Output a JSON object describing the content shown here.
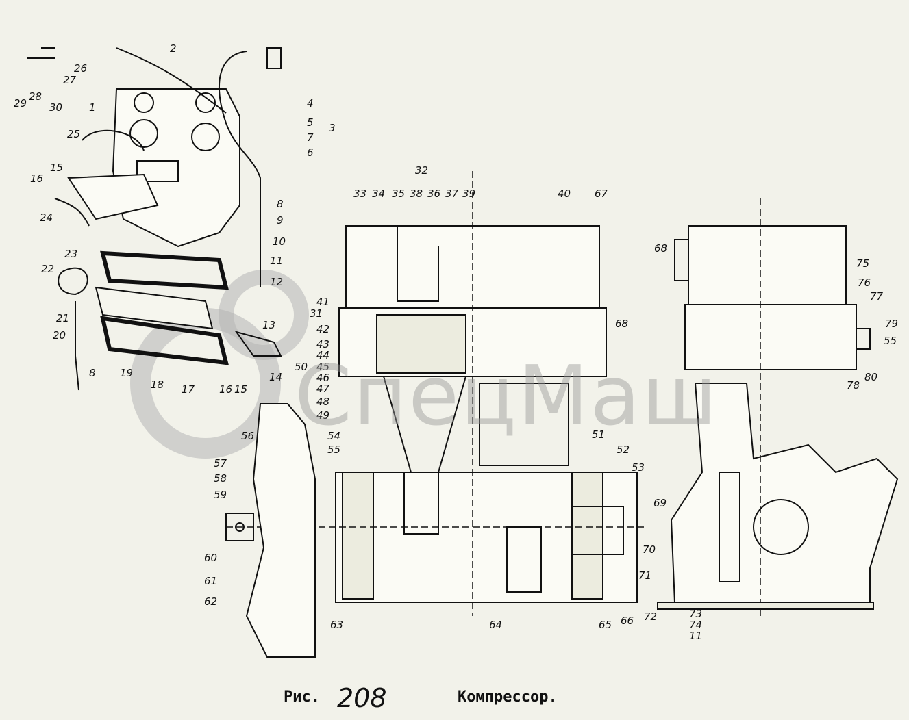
{
  "figure": {
    "prefix": "Рис.",
    "number": "208",
    "title": "Компрессор."
  },
  "watermark": {
    "text": "СпецМаш",
    "logo": "gear-logo",
    "color": "#9a9a9a"
  },
  "callouts": [
    "1",
    "2",
    "3",
    "4",
    "5",
    "6",
    "7",
    "8",
    "9",
    "10",
    "11",
    "12",
    "13",
    "14",
    "15",
    "16",
    "17",
    "18",
    "19",
    "20",
    "21",
    "22",
    "23",
    "24",
    "25",
    "26",
    "27",
    "28",
    "29",
    "30",
    "31",
    "32",
    "33",
    "34",
    "35",
    "36",
    "37",
    "38",
    "39",
    "40",
    "41",
    "42",
    "43",
    "44",
    "45",
    "46",
    "47",
    "48",
    "49",
    "50",
    "51",
    "52",
    "53",
    "54",
    "55",
    "56",
    "57",
    "58",
    "59",
    "60",
    "61",
    "62",
    "63",
    "64",
    "65",
    "66",
    "67",
    "68",
    "69",
    "70",
    "71",
    "72",
    "73",
    "74",
    "75",
    "76",
    "77",
    "78",
    "79",
    "80"
  ]
}
